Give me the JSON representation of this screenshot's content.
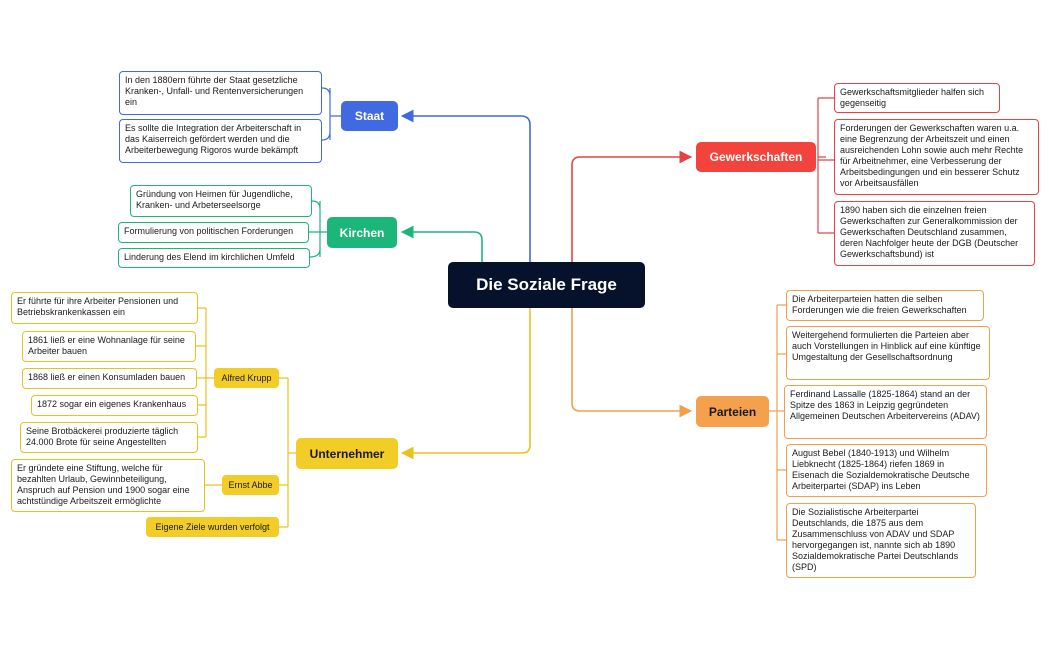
{
  "center": "Die Soziale Frage",
  "colors": {
    "staat": "#4169e1",
    "kirchen": "#1db67a",
    "gewerkschaften": "#e54343",
    "parteien": "#f0a04b",
    "unternehmer": "#e9c21f",
    "center": "#06112c"
  },
  "staat": {
    "label": "Staat",
    "items": [
      "In den 1880ern führte der Staat gesetzliche Kranken-, Unfall- und Rentenversicherungen ein",
      "Es sollte die Integration der Arbeiterschaft in das Kaiserreich gefördert werden und die Arbeiterbewegung Rigoros wurde bekämpft"
    ]
  },
  "kirchen": {
    "label": "Kirchen",
    "items": [
      "Gründung von Heimen für Jugendliche, Kranken- und Arbeterseelsorge",
      "Formulierung von politischen Forderungen",
      "Linderung des Elend im kirchlichen Umfeld"
    ]
  },
  "unternehmer": {
    "label": "Unternehmer",
    "krupp": {
      "label": "Alfred Krupp",
      "items": [
        "Er führte für ihre Arbeiter Pensionen und Betriebskrankenkassen ein",
        "1861 ließ er eine Wohnanlage für seine Arbeiter bauen",
        "1868 ließ er einen Konsumladen bauen",
        "1872 sogar ein eigenes Krankenhaus",
        "Seine Brotbäckerei produzierte täglich 24.000 Brote für seine Angestellten"
      ]
    },
    "abbe": {
      "label": "Ernst Abbe",
      "items": [
        "Er gründete eine Stiftung, welche für bezahlten Urlaub, Gewinnbeteiligung, Anspruch auf Pension und 1900 sogar eine achtstündige Arbeitszeit ermöglichte"
      ]
    },
    "ziele": "Eigene Ziele wurden verfolgt"
  },
  "gewerkschaften": {
    "label": "Gewerkschaften",
    "items": [
      "Gewerkschaftsmitglieder halfen sich gegenseitig",
      "Forderungen der Gewerkschaften waren u.a. eine Begrenzung der Arbeitszeit und einen ausreichenden Lohn sowie auch mehr Rechte für Arbeitnehmer, eine Verbesserung der Arbeitsbedingungen und ein besserer Schutz vor Arbeitsausfällen",
      "1890 haben sich die einzelnen freien Gewerkschaften zur Generalkommission der Gewerkschaften Deutschland zusammen, deren Nachfolger heute der DGB (Deutscher Gewerkschaftsbund) ist"
    ]
  },
  "parteien": {
    "label": "Parteien",
    "items": [
      "Die Arbeiterparteien hatten die selben Forderungen wie die freien Gewerkschaften",
      "Weitergehend formulierten die Parteien aber auch Vorstellungen in Hinblick auf eine künftige Umgestaltung der Gesellschaftsordnung",
      "Ferdinand Lassalle (1825-1864) stand an der Spitze des 1863 in Leipzig gegründeten Allgemeinen Deutschen Arbeitervereins (ADAV)",
      "August Bebel (1840-1913) und Wilhelm Liebknecht (1825-1864) riefen 1869 in Eisenach die Sozialdemokratische Deutsche Arbeiterpartei (SDAP) ins Leben",
      "Die Sozialistische Arbeiterpartei Deutschlands, die 1875 aus dem Zusammenschluss von ADAV und SDAP hervorgegangen ist, nannte sich ab 1890 Sozialdemokratische Partei Deutschlands (SPD)"
    ]
  }
}
